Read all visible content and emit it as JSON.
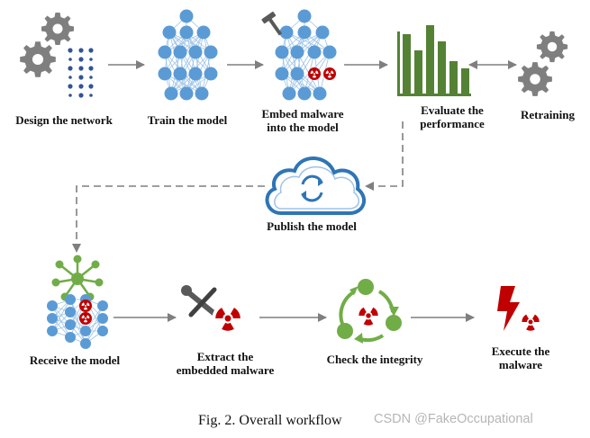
{
  "steps": {
    "design": "Design the network",
    "train": "Train the model",
    "embed_line1": "Embed malware",
    "embed_line2": "into the model",
    "evaluate_line1": "Evaluate the",
    "evaluate_line2": "performance",
    "retraining": "Retraining",
    "publish": "Publish the model",
    "receive": "Receive the model",
    "extract_line1": "Extract the",
    "extract_line2": "embedded malware",
    "check": "Check the integrity",
    "execute_line1": "Execute the",
    "execute_line2": "malware"
  },
  "caption": "Fig. 2.   Overall workflow",
  "watermark": "CSDN @FakeOccupational",
  "colors": {
    "node_blue": "#5b9bd5",
    "edge_blue": "#9dc3e6",
    "chart_green": "#548235",
    "gear_gray": "#7f7f7f",
    "hazard_red": "#c00000",
    "cloud_blue": "#2e75b6",
    "cycle_green": "#70ad47",
    "arrow_gray": "#7f7f7f"
  },
  "icons": [
    "gear-icon",
    "neural-network-icon",
    "bar-chart-icon",
    "cloud-icon",
    "hub-icon",
    "wrench-icon",
    "hazard-icon",
    "cycle-arrows-icon",
    "lightning-icon"
  ]
}
